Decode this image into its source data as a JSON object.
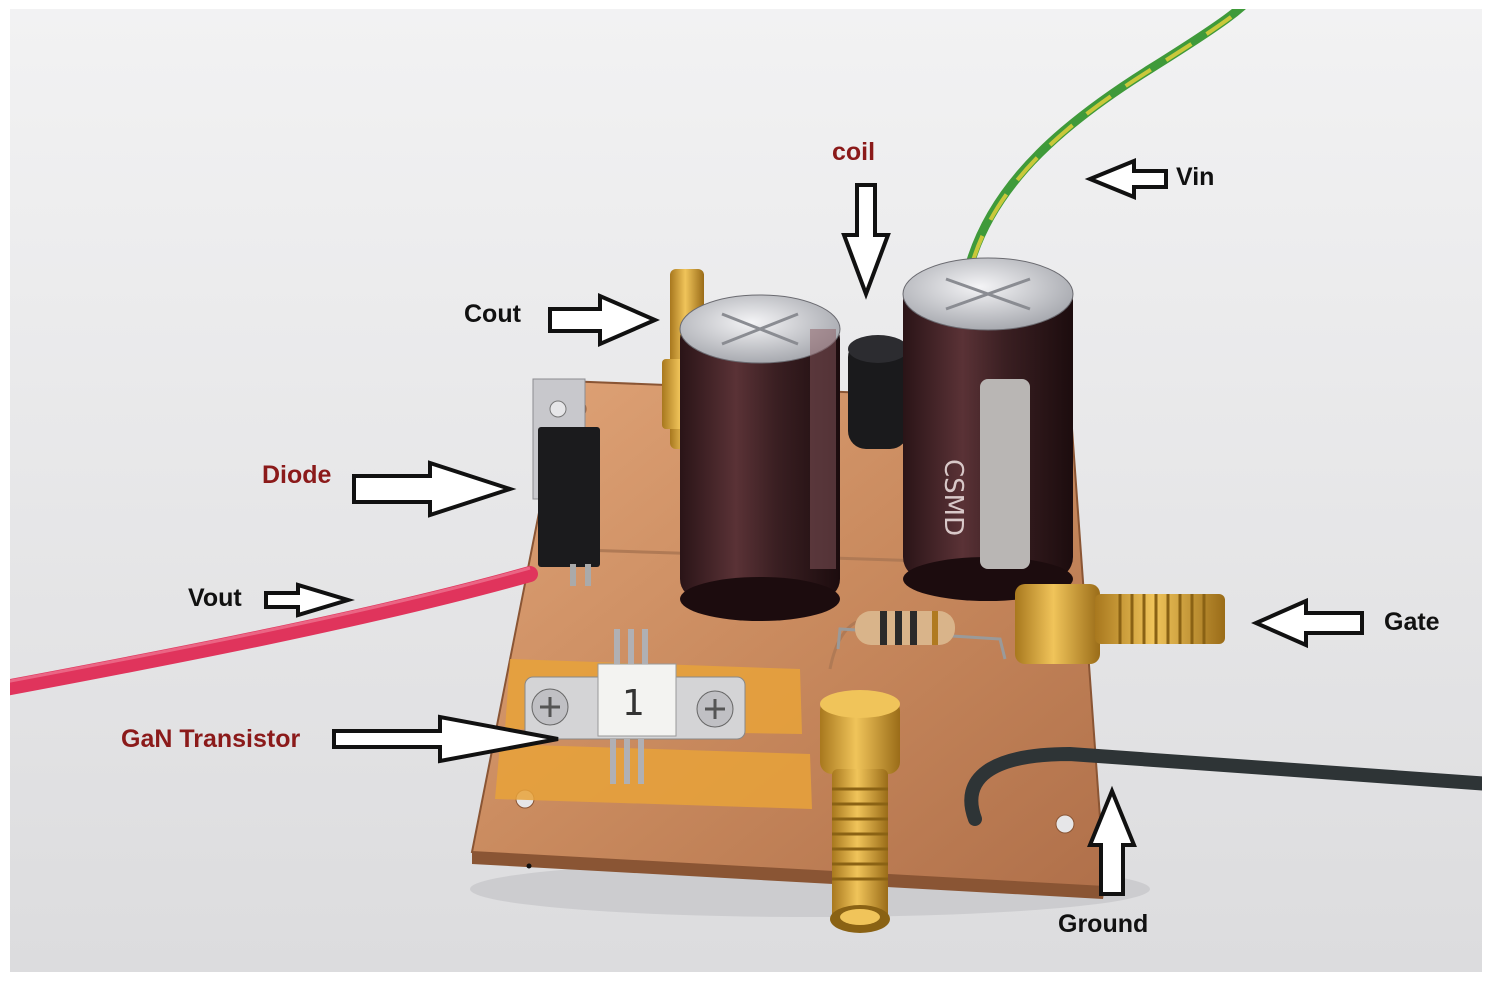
{
  "colors": {
    "background": "#e6e6e8",
    "pcb": "#c98a5e",
    "kapton": "#e8a23a",
    "capacitor": "#3a1f22",
    "gold": "#d9a53a",
    "vout_wire": "#e0345c",
    "ground_wire": "#2e3436",
    "vin_wire_yellow": "#c9c83a",
    "vin_wire_green": "#3f9a3a",
    "label_black": "#111111",
    "label_red": "#8b1a1a"
  },
  "labels": {
    "coil": "coil",
    "vin": "Vin",
    "cout": "Cout",
    "diode": "Diode",
    "vout": "Vout",
    "gate": "Gate",
    "gan_transistor": "GaN Transistor",
    "ground": "Ground"
  },
  "components": {
    "transistor_marking": "1",
    "capacitor_brand": "CSMD"
  },
  "icons": {
    "arrow": "hollow-block-arrow"
  }
}
